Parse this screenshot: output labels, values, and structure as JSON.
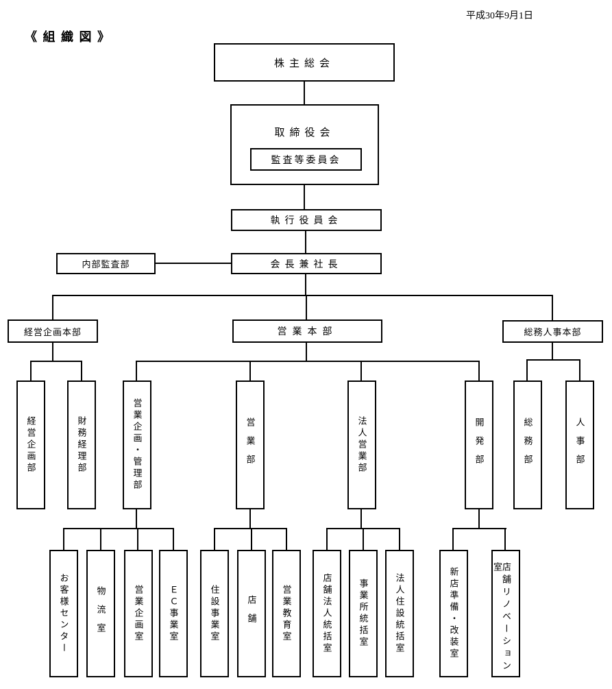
{
  "colors": {
    "line": "#000000",
    "background": "#ffffff",
    "text": "#000000"
  },
  "page": {
    "date": "平成30年9月1日",
    "title": "《 組 織 図 》"
  },
  "org": {
    "shareholders": {
      "label": "株主総会"
    },
    "board": {
      "label": "取締役会"
    },
    "audit_committee": {
      "label": "監査等委員会"
    },
    "executive_officers": {
      "label": "執行役員会"
    },
    "internal_audit": {
      "label": "内部監査部"
    },
    "chairman_president": {
      "label": "会長兼社長"
    },
    "hq": {
      "management_planning": {
        "label": "経営企画本部"
      },
      "sales": {
        "label": "営業本部"
      },
      "general_affairs_hr": {
        "label": "総務人事本部"
      }
    },
    "departments": {
      "management_planning": {
        "label": "経営企画部"
      },
      "finance_accounting": {
        "label": "財務経理部"
      },
      "sales_planning_admin": {
        "label": "営業企画・管理部"
      },
      "sales": {
        "label": "営業部"
      },
      "corporate_sales": {
        "label": "法人営業部"
      },
      "development": {
        "label": "開発部"
      },
      "general_affairs": {
        "label": "総務部"
      },
      "human_resources": {
        "label": "人事部"
      }
    },
    "offices": {
      "customer_center": {
        "label": "お客様センター"
      },
      "logistics": {
        "label": "物流室"
      },
      "sales_planning": {
        "label": "営業企画室"
      },
      "ec_business": {
        "label": "ＥＣ事業室"
      },
      "housing_equipment": {
        "label": "住設事業室"
      },
      "stores": {
        "label": "店舗"
      },
      "sales_training": {
        "label": "営業教育室"
      },
      "store_corporate_supervision": {
        "label": "店舗法人統括室"
      },
      "business_site_supervision": {
        "label": "事業所統括室"
      },
      "corporate_housing_supervision": {
        "label": "法人住設統括室"
      },
      "new_store_prep_renovation": {
        "label": "新店準備・改装室"
      },
      "store_renovation": {
        "label": "店舗リノベーション室"
      }
    }
  }
}
